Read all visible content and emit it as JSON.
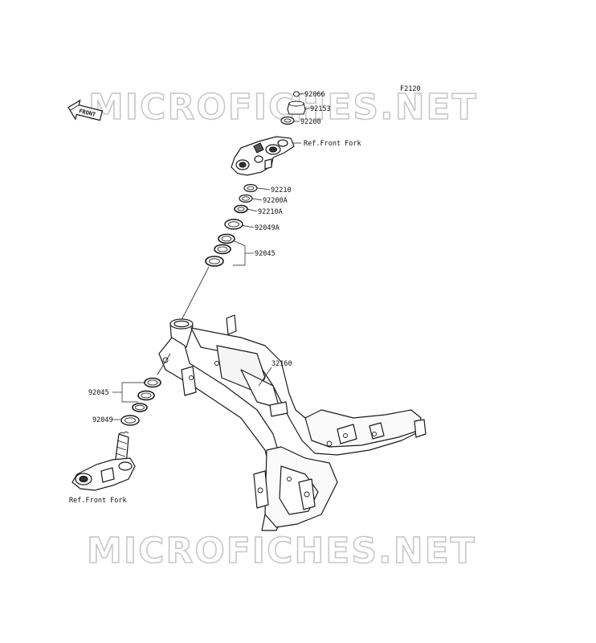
{
  "diagram_code": "F2120",
  "watermark_text": "MICROFICHES.NET",
  "front_arrow_label": "FRONT",
  "ref_labels": {
    "upper": "Ref.Front Fork",
    "lower": "Ref.Front Fork"
  },
  "part_labels": {
    "p92066": "92066",
    "p92153": "92153",
    "p92200": "92200",
    "p92210": "92210",
    "p92200A": "92200A",
    "p92210A": "92210A",
    "p92049A": "92049A",
    "p92045_upper": "92045",
    "p32160": "32160",
    "p92045_lower": "92045",
    "p92049": "92049"
  },
  "colors": {
    "line": "#1a1a1a",
    "watermark_stroke": "#c8c8c8",
    "background": "#ffffff"
  }
}
